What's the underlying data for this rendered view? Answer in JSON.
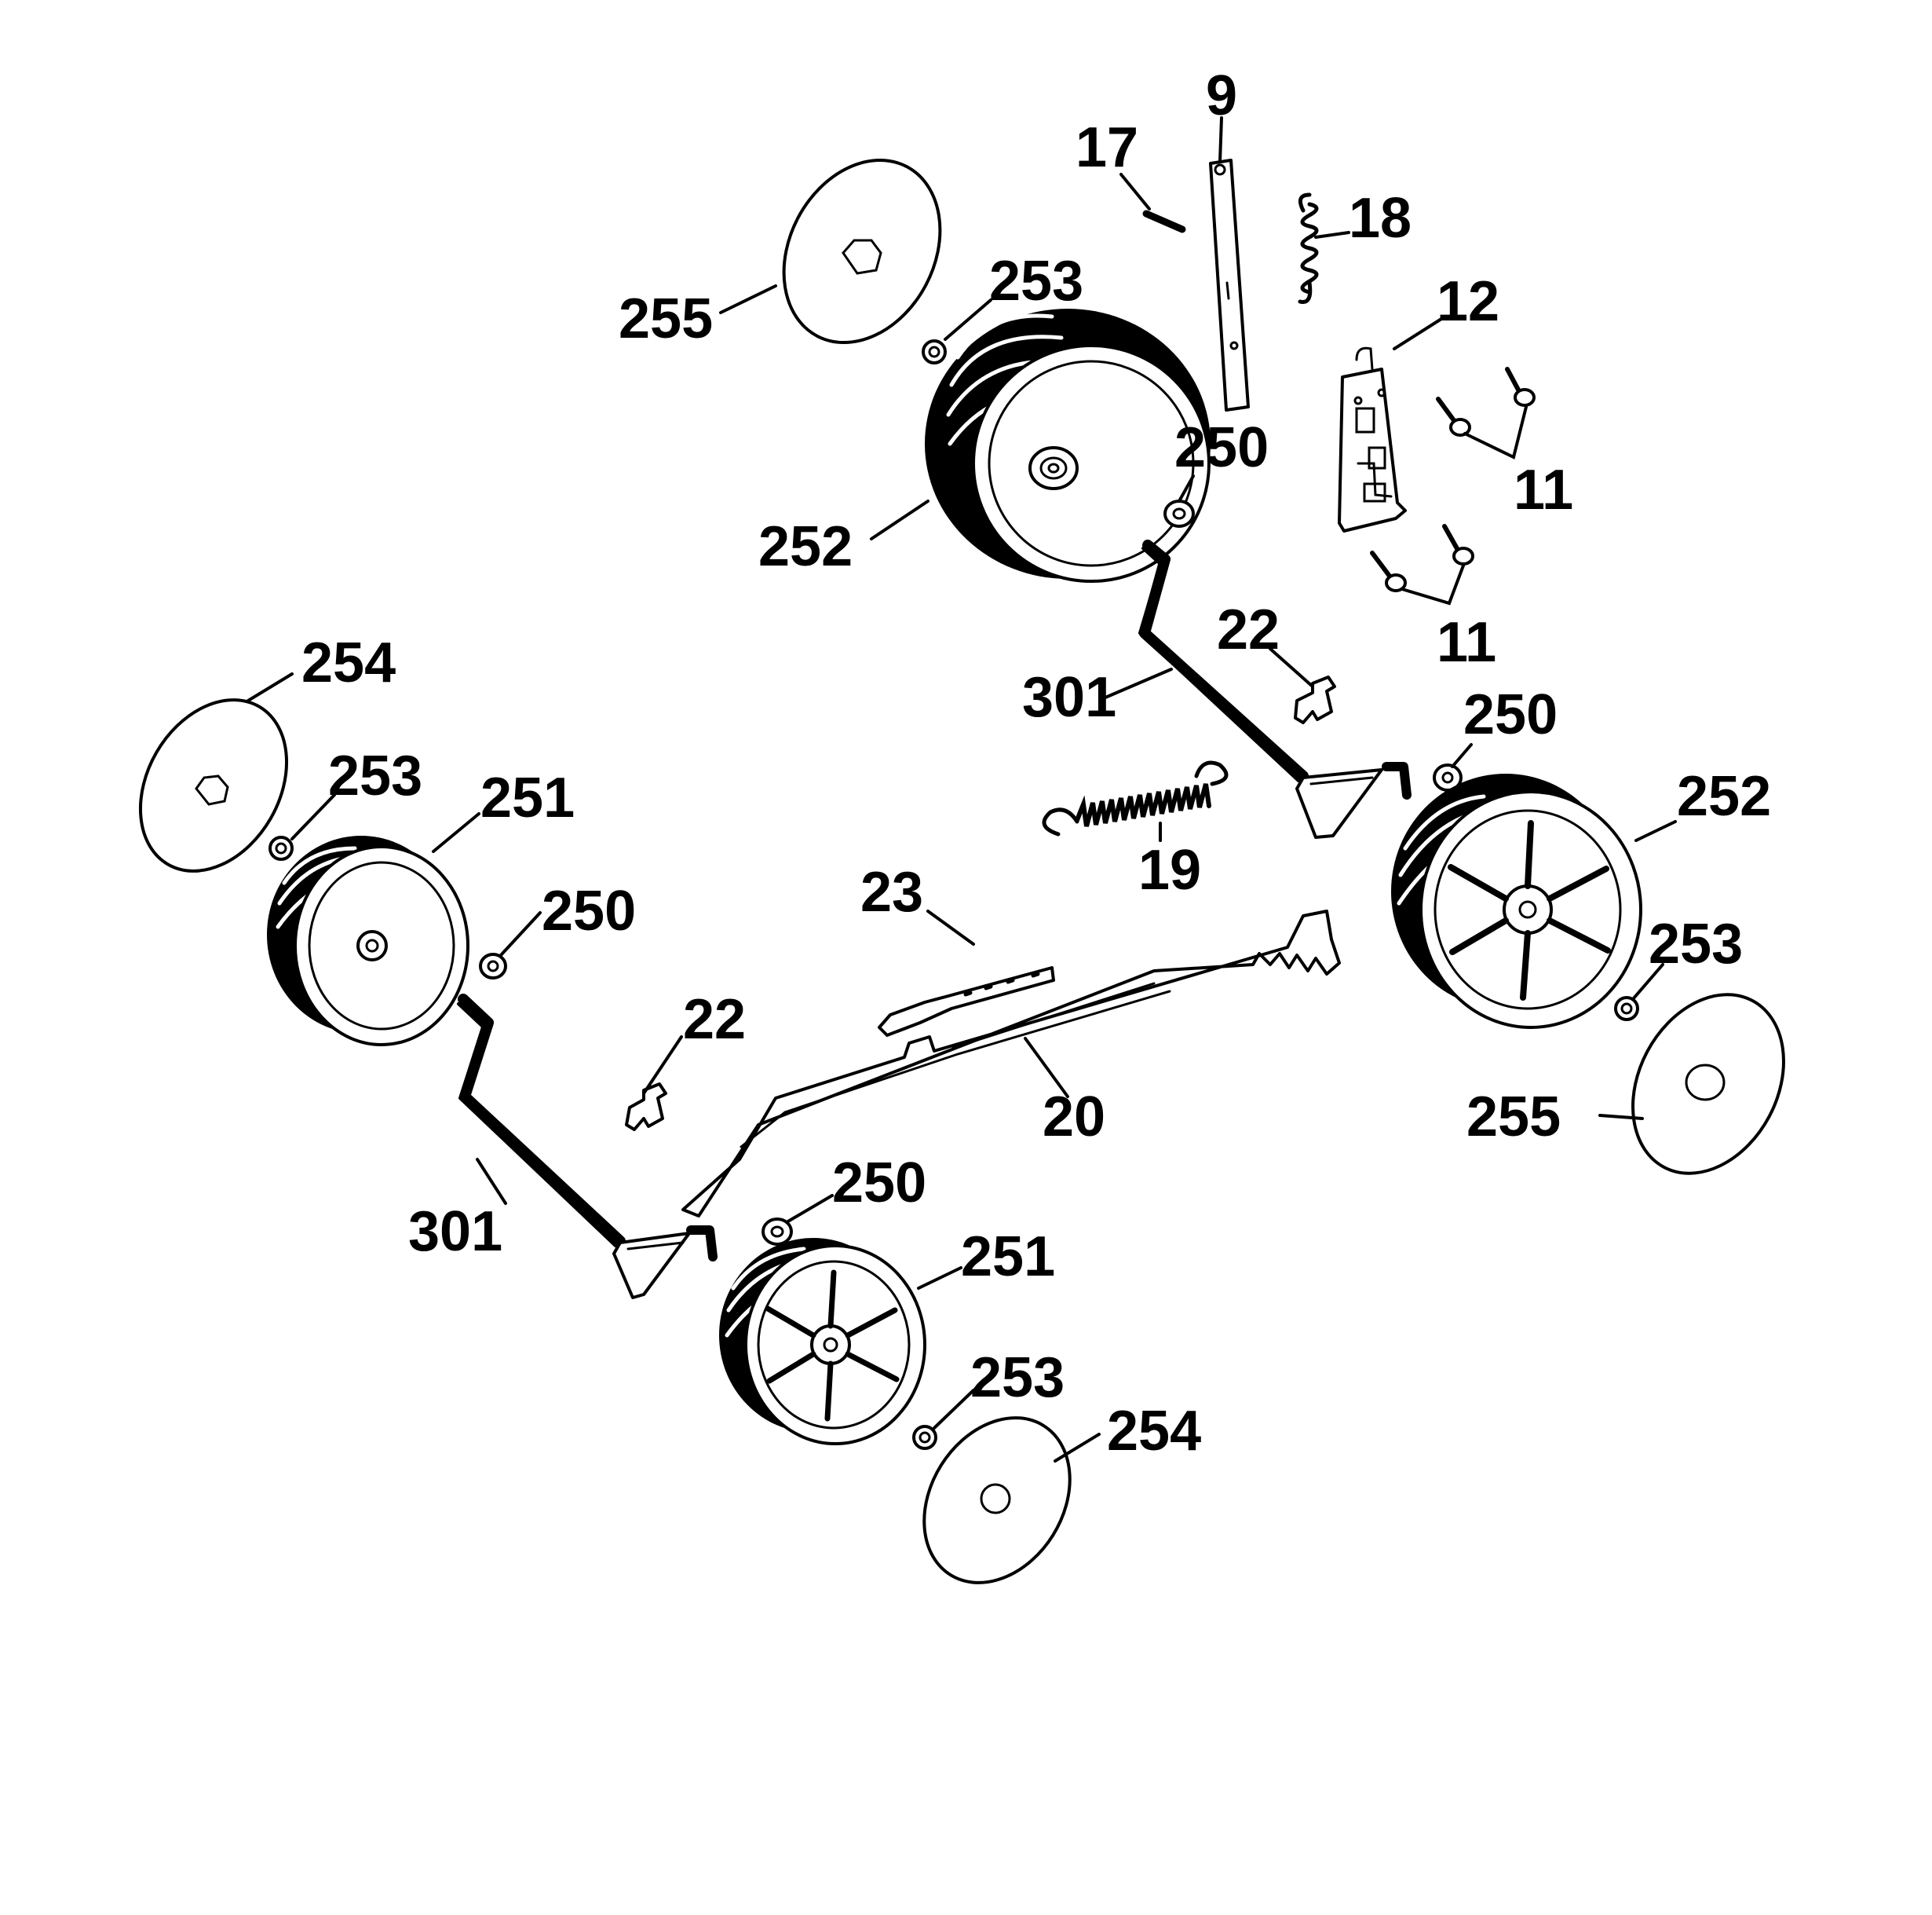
{
  "callouts": {
    "c9": "9",
    "c17": "17",
    "c18": "18",
    "c12": "12",
    "c11_upper": "11",
    "c11_lower": "11",
    "c255_top": "255",
    "c253_top": "253",
    "c252_top": "252",
    "c250_top": "250",
    "c22_right": "22",
    "c301_right": "301",
    "c250_right": "250",
    "c252_right": "252",
    "c19": "19",
    "c23": "23",
    "c253_right": "253",
    "c255_right": "255",
    "c20": "20",
    "c254_left": "254",
    "c253_left": "253",
    "c251_left": "251",
    "c250_left": "250",
    "c22_left": "22",
    "c301_left": "301",
    "c250_bottom": "250",
    "c251_bottom": "251",
    "c253_bottom": "253",
    "c254_bottom": "254"
  },
  "colors": {
    "line": "#000000",
    "background": "#ffffff"
  }
}
